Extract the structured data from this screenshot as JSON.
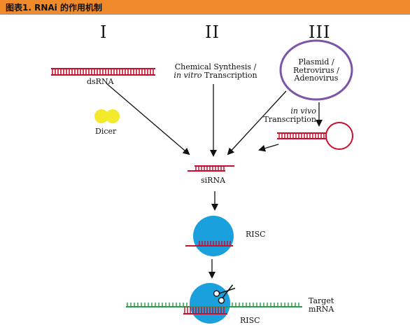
{
  "header": {
    "title": "图表1.   RNAi 的作用机制"
  },
  "pathways": {
    "one": "I",
    "two": "II",
    "three": "III"
  },
  "labels": {
    "dsrna": "dsRNA",
    "dicer": "Dicer",
    "chemical_line1": "Chemical Synthesis /",
    "chemical_italic": "in vitro",
    "chemical_rest": " Transcription",
    "plasmid_line1": "Plasmid /",
    "plasmid_line2": "Retrovirus /",
    "plasmid_line3": "Adenovirus",
    "invivo_italic": "in vivo",
    "invivo_line2": "Transcription",
    "sirna": "siRNA",
    "risc_top": "RISC",
    "risc_bottom": "RISC",
    "target_line1": "Target",
    "target_line2": "mRNA"
  },
  "colors": {
    "header_bg": "#f08a2a",
    "rna_red": "#c8102e",
    "dicer_yellow": "#f2ea2a",
    "plasmid_purple": "#7b55a8",
    "risc_blue": "#1aa0dd",
    "mrna_green": "#2e9e4e",
    "arrow": "#111111"
  },
  "icons": {
    "dicer": "dicer-enzyme-icon",
    "plasmid": "plasmid-circle-icon",
    "hairpin": "shrna-hairpin-icon",
    "scissors": "scissors-icon"
  }
}
